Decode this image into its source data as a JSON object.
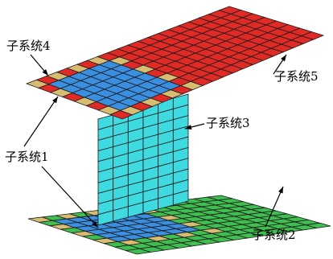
{
  "labels": {
    "subsystem1": "子系统1",
    "subsystem2": "子系统2",
    "subsystem3": "子系统3",
    "subsystem4": "子系统4",
    "subsystem5": "子系统5"
  },
  "colors": {
    "red": "#e02a26",
    "blue": "#3a8fe0",
    "tan": "#d8bc72",
    "green": "#3fbf4f",
    "cyan": "#3fd9e0",
    "mesh_line": "#1a1a1a",
    "background": "#ffffff"
  }
}
